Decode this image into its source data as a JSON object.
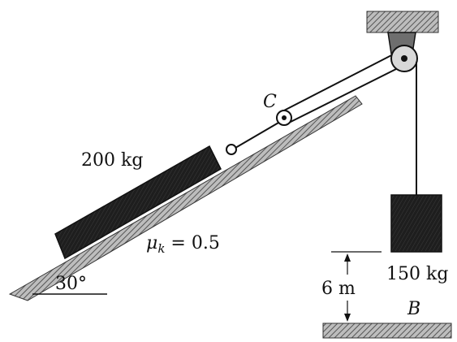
{
  "labels": {
    "point_c": "C",
    "block_mass": "200 kg",
    "friction_symbol": "μ",
    "friction_sub": "k",
    "friction_value": " = 0.5",
    "angle": "30°",
    "weight_mass": "150 kg",
    "drop_height": "6 m",
    "point_b": "B"
  },
  "colors": {
    "ink": "#111111",
    "block_fill": "#1e1e1e",
    "hatch": "#6a6a6a",
    "paper": "#ffffff"
  }
}
